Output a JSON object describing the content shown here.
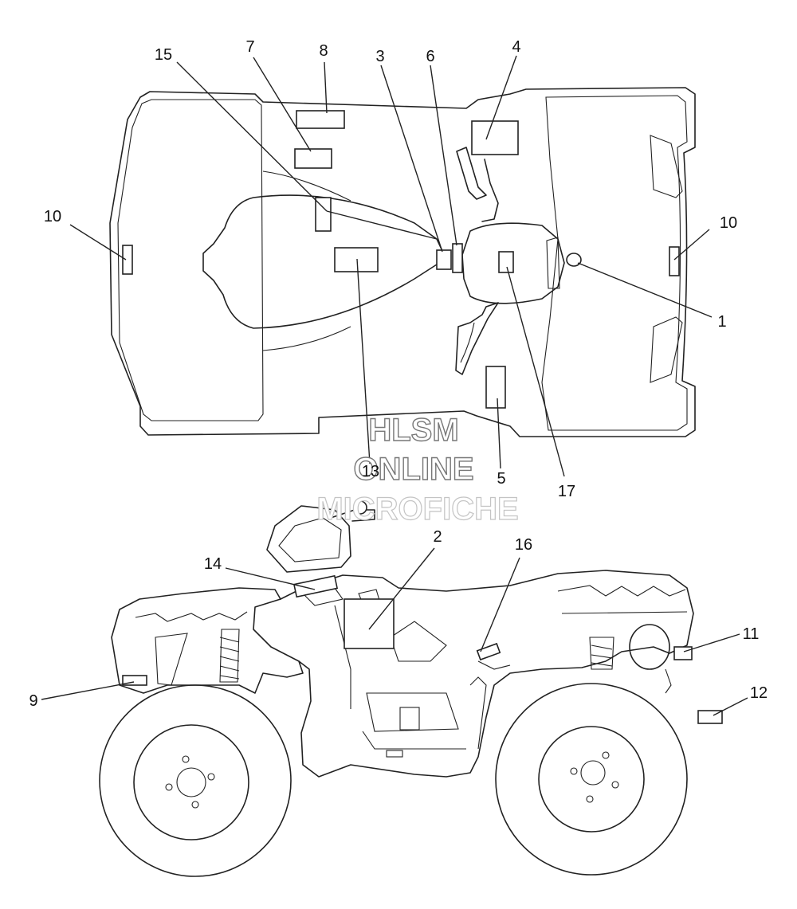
{
  "callouts": [
    {
      "id": "c1",
      "label": "1"
    },
    {
      "id": "c2",
      "label": "2"
    },
    {
      "id": "c3",
      "label": "3"
    },
    {
      "id": "c4",
      "label": "4"
    },
    {
      "id": "c5",
      "label": "5"
    },
    {
      "id": "c6",
      "label": "6"
    },
    {
      "id": "c7",
      "label": "7"
    },
    {
      "id": "c8",
      "label": "8"
    },
    {
      "id": "c9",
      "label": "9"
    },
    {
      "id": "c10a",
      "label": "10"
    },
    {
      "id": "c10b",
      "label": "10"
    },
    {
      "id": "c11",
      "label": "11"
    },
    {
      "id": "c12",
      "label": "12"
    },
    {
      "id": "c13",
      "label": "13"
    },
    {
      "id": "c14",
      "label": "14"
    },
    {
      "id": "c15",
      "label": "15"
    },
    {
      "id": "c16",
      "label": "16"
    },
    {
      "id": "c17",
      "label": "17"
    }
  ],
  "watermark": {
    "line1": "HLSM",
    "line2": "ONLINE",
    "line3": "MICROFICHE"
  }
}
